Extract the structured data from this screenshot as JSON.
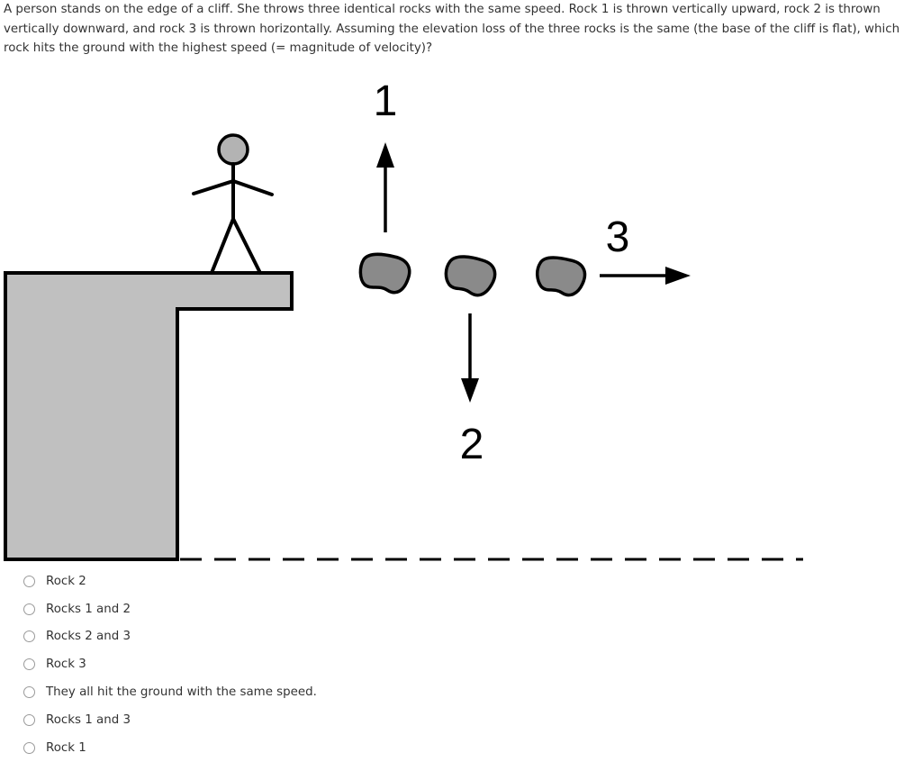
{
  "question": {
    "text": "A person stands on the edge of a cliff. She throws three identical rocks with the same speed. Rock 1 is thrown vertically upward, rock 2 is thrown vertically downward, and rock 3 is thrown horizontally. Assuming the elevation loss of the three rocks is the same (the base of the cliff is flat), which rock hits the ground with the highest speed (= magnitude of velocity)?"
  },
  "diagram": {
    "labels": {
      "rock1": "1",
      "rock2": "2",
      "rock3": "3"
    },
    "colors": {
      "cliff_fill": "#c0c0c0",
      "rock_fill": "#8a8a8a",
      "head_fill": "#b3b3b3",
      "stroke": "#000000"
    }
  },
  "options": [
    {
      "label": "Rock 2"
    },
    {
      "label": "Rocks 1 and 2"
    },
    {
      "label": "Rocks 2 and 3"
    },
    {
      "label": "Rock 3"
    },
    {
      "label": "They all hit the ground with the same speed."
    },
    {
      "label": "Rocks 1 and 3"
    },
    {
      "label": "Rock 1"
    }
  ]
}
